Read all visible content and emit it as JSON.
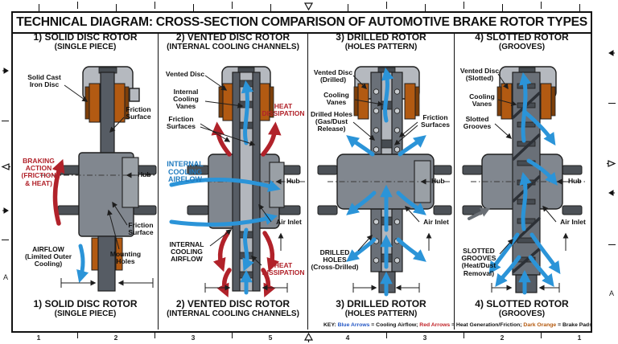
{
  "title": "TECHNICAL DIAGRAM: CROSS-SECTION COMPARISON OF AUTOMOTIVE BRAKE ROTOR TYPES",
  "border": {
    "left_letter": "A",
    "right_letter": "A",
    "bottom_numbers": [
      "1",
      "2",
      "3",
      "5",
      "4",
      "3",
      "2",
      "1"
    ]
  },
  "key": {
    "prefix": "KEY: ",
    "blue_term": "Blue Arrows",
    "blue_def": " = Cooling Airflow; ",
    "red_term": "Red Arrows",
    "red_def": " = Heat Generation/Friction; ",
    "orange_term": "Dark Orange",
    "orange_def": " = Brake Pads"
  },
  "colors": {
    "cooling_airflow_blue": "#2b94d8",
    "heat_friction_red": "#b1222a",
    "brake_pad_orange": "#b25a12"
  },
  "panels": [
    {
      "header": "1) SOLID DISC ROTOR",
      "subheader": "(SINGLE PIECE)",
      "caption": "1) SOLID DISC ROTOR",
      "caption_sub": "(SINGLE PIECE)",
      "labels": {
        "solid_cast": "Solid Cast\nIron Disc",
        "friction_top": "Friction\nSurface",
        "braking": "BRAKING\nACTION\n(FRICTION\n& HEAT)",
        "hub": "Hub",
        "airflow": "AIRFLOW\n(Limited Outer\nCooling)",
        "friction_bottom": "Friction\nSurface",
        "mounting": "Mounting\nHoles"
      }
    },
    {
      "header": "2) VENTED DISC ROTOR",
      "subheader": "(INTERNAL COOLING CHANNELS)",
      "caption": "2) VENTED DISC ROTOR",
      "caption_sub": "(INTERNAL COOLING CHANNELS)",
      "labels": {
        "vented_disc": "Vented Disc",
        "vanes": "Internal\nCooling\nVanes",
        "friction": "Friction\nSurfaces",
        "heat_top": "HEAT\nDISSIPATION",
        "cooling_blue": "INTERNAL\nCOOLING\nAIRFLOW",
        "hub": "Hub",
        "air_inlet": "Air Inlet",
        "cooling_black": "INTERNAL\nCOOLING\nAIRFLOW",
        "heat_bottom": "HEAT\nDISSIPATION"
      }
    },
    {
      "header": "3) DRILLED ROTOR",
      "subheader": "(HOLES PATTERN)",
      "caption": "3) DRILLED ROTOR",
      "caption_sub": "(HOLES PATTERN)",
      "labels": {
        "vented_disc": "Vented Disc\n(Drilled)",
        "vanes": "Cooling\nVanes",
        "drilled_top": "Drilled Holes\n(Gas/Dust\nRelease)",
        "friction": "Friction\nSurfaces",
        "hub": "Hub",
        "air_inlet": "Air Inlet",
        "drilled_bottom": "DRILLED HOLES\n(Cross-Drilled)"
      }
    },
    {
      "header": "4) SLOTTED ROTOR",
      "subheader": "(GROOVES)",
      "caption": "4) SLOTTED ROTOR",
      "caption_sub": "(GROOVES)",
      "labels": {
        "vented_disc": "Vented Disc\n(Slotted)",
        "vanes": "Cooling\nVanes",
        "slotted": "Slotted\nGrooves",
        "hub": "Hub",
        "air_inlet": "Air Inlet",
        "slotted_bottom": "SLOTTED\nGROOVES\n(Heat/Dust\nRemoval)"
      }
    }
  ]
}
